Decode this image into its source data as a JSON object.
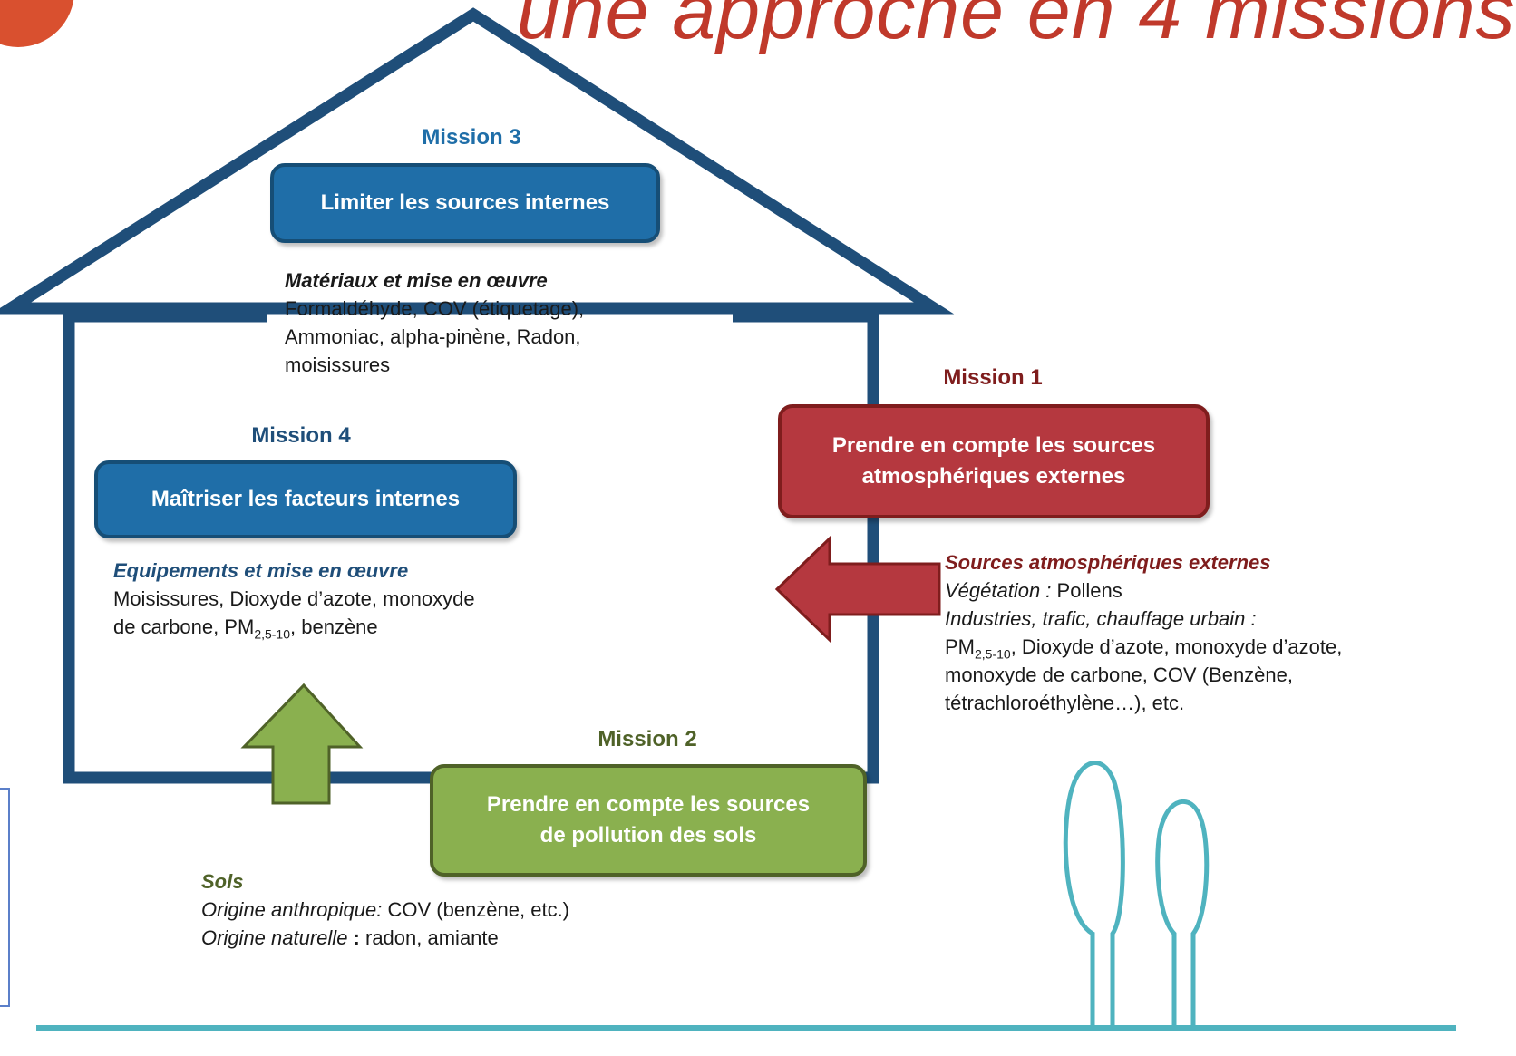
{
  "title_fragment": "une approche en 4 missions",
  "colors": {
    "house": "#1f4e79",
    "mission3_box": "#1f6ea8",
    "mission4_box": "#1f6ea8",
    "mission1_box": "#b5383f",
    "mission2_box": "#8ab04f",
    "mission1_label": "#7f1d1d",
    "mission2_label": "#4f6228",
    "mission3_label": "#1f6ea8",
    "mission4_label": "#1f4e79",
    "tree_outline": "#4fb3bf"
  },
  "mission3": {
    "label": "Mission 3",
    "box_text": "Limiter les sources internes",
    "heading": "Matériaux et mise en œuvre",
    "lines": [
      "Formaldéhyde, COV (étiquetage),",
      "Ammoniac, alpha-pinène, Radon,",
      "moisissures"
    ]
  },
  "mission4": {
    "label": "Mission 4",
    "box_text": "Maîtriser les facteurs internes",
    "heading": "Equipements et mise en œuvre",
    "line1": "Moisissures,  Dioxyde d’azote, monoxyde",
    "line2_pre": "de carbone, PM",
    "line2_sub": "2,5-10",
    "line2_post": ", benzène"
  },
  "mission1": {
    "label": "Mission 1",
    "box_line1": "Prendre en compte les sources",
    "box_line2": "atmosphériques externes",
    "heading": "Sources atmosphériques externes",
    "veg_label": "Végétation : ",
    "veg_value": "Pollens",
    "ind_label": "Industries,  trafic, chauffage urbain :",
    "pm_pre": "PM",
    "pm_sub": "2,5-10",
    "pm_post": ", Dioxyde d’azote, monoxyde d’azote,",
    "line_a": "monoxyde de  carbone, COV (Benzène,",
    "line_b": "tétrachloroéthylène…), etc."
  },
  "mission2": {
    "label": "Mission 2",
    "box_line1": "Prendre en compte les sources",
    "box_line2": "de pollution des sols",
    "heading": "Sols",
    "anthro_label": "Origine anthropique:",
    "anthro_value": " COV (benzène, etc.)",
    "nat_label": "Origine naturelle",
    "nat_sep": " : ",
    "nat_value": "radon, amiante"
  }
}
